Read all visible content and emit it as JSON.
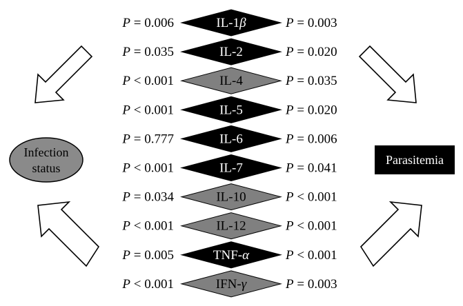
{
  "colors": {
    "dark": "#000000",
    "gray": "#808080",
    "ellipse_fill": "#8a8a8a"
  },
  "left_node": {
    "line1": "Infection",
    "line2": "status"
  },
  "right_node": {
    "label": "Parasitemia"
  },
  "rows": [
    {
      "cytokine": "IL-1",
      "greek": "β",
      "shade": "dark",
      "left_p": "P = 0.006",
      "right_p": "P = 0.003"
    },
    {
      "cytokine": "IL-2",
      "greek": "",
      "shade": "dark",
      "left_p": "P = 0.035",
      "right_p": "P = 0.020"
    },
    {
      "cytokine": "IL-4",
      "greek": "",
      "shade": "gray",
      "left_p": "P < 0.001",
      "right_p": "P = 0.035"
    },
    {
      "cytokine": "IL-5",
      "greek": "",
      "shade": "dark",
      "left_p": "P < 0.001",
      "right_p": "P = 0.020"
    },
    {
      "cytokine": "IL-6",
      "greek": "",
      "shade": "dark",
      "left_p": "P = 0.777",
      "right_p": "P = 0.006"
    },
    {
      "cytokine": "IL-7",
      "greek": "",
      "shade": "dark",
      "left_p": "P < 0.001",
      "right_p": "P = 0.041"
    },
    {
      "cytokine": "IL-10",
      "greek": "",
      "shade": "gray",
      "left_p": "P = 0.034",
      "right_p": "P < 0.001"
    },
    {
      "cytokine": "IL-12",
      "greek": "",
      "shade": "gray",
      "left_p": "P < 0.001",
      "right_p": "P < 0.001"
    },
    {
      "cytokine": "TNF-",
      "greek": "α",
      "shade": "dark",
      "left_p": "P = 0.005",
      "right_p": "P < 0.001"
    },
    {
      "cytokine": "IFN-",
      "greek": "γ",
      "shade": "gray",
      "left_p": "P < 0.001",
      "right_p": "P = 0.003"
    }
  ]
}
